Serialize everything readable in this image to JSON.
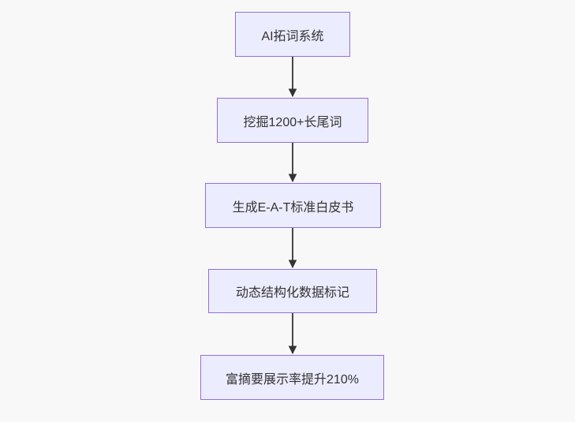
{
  "diagram": {
    "type": "flowchart-top-down",
    "nodes": [
      {
        "id": "A",
        "label": "AI拓词系统"
      },
      {
        "id": "B",
        "label": "挖掘1200+长尾词"
      },
      {
        "id": "C",
        "label": "生成E-A-T标准白皮书"
      },
      {
        "id": "D",
        "label": "动态结构化数据标记"
      },
      {
        "id": "E",
        "label": "富摘要展示率提升210%"
      }
    ],
    "edges": [
      {
        "from": "A",
        "to": "B"
      },
      {
        "from": "B",
        "to": "C"
      },
      {
        "from": "C",
        "to": "D"
      },
      {
        "from": "D",
        "to": "E"
      }
    ]
  },
  "colors": {
    "background": "#f8f8f8",
    "node_fill": "#ECECFF",
    "node_border": "#9370DB",
    "text": "#333333",
    "arrow": "#333333"
  }
}
